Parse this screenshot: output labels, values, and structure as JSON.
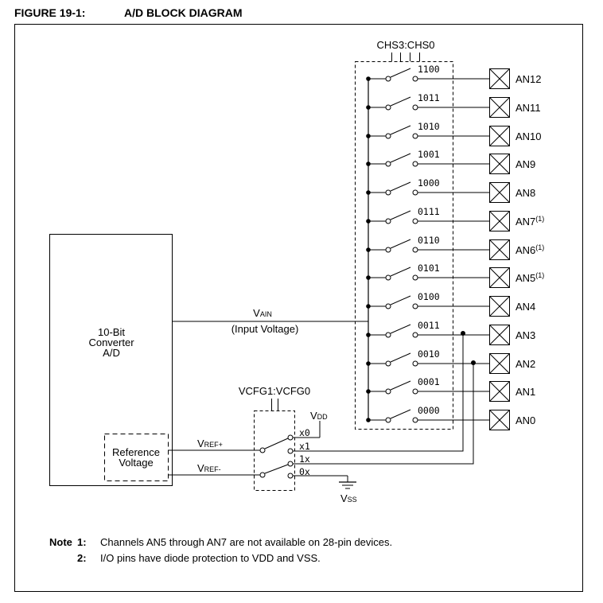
{
  "figure": {
    "number": "FIGURE 19-1:",
    "title": "A/D BLOCK DIAGRAM"
  },
  "mux": {
    "select_label": "CHS3:CHS0",
    "channels": [
      {
        "code": "1100",
        "pin": "AN12",
        "note": ""
      },
      {
        "code": "1011",
        "pin": "AN11",
        "note": ""
      },
      {
        "code": "1010",
        "pin": "AN10",
        "note": ""
      },
      {
        "code": "1001",
        "pin": "AN9",
        "note": ""
      },
      {
        "code": "1000",
        "pin": "AN8",
        "note": ""
      },
      {
        "code": "0111",
        "pin": "AN7",
        "note": "(1)"
      },
      {
        "code": "0110",
        "pin": "AN6",
        "note": "(1)"
      },
      {
        "code": "0101",
        "pin": "AN5",
        "note": "(1)"
      },
      {
        "code": "0100",
        "pin": "AN4",
        "note": ""
      },
      {
        "code": "0011",
        "pin": "AN3",
        "note": ""
      },
      {
        "code": "0010",
        "pin": "AN2",
        "note": ""
      },
      {
        "code": "0001",
        "pin": "AN1",
        "note": ""
      },
      {
        "code": "0000",
        "pin": "AN0",
        "note": ""
      }
    ]
  },
  "converter": {
    "line1": "10-Bit",
    "line2": "Converter",
    "line3": "A/D"
  },
  "reference": {
    "line1": "Reference",
    "line2": "Voltage"
  },
  "vain": {
    "main": "V",
    "sub": "AIN",
    "caption": "(Input Voltage)"
  },
  "vref_plus": {
    "main": "V",
    "sub": "REF+"
  },
  "vref_minus": {
    "main": "V",
    "sub": "REF-"
  },
  "vcfg": {
    "select_label": "VCFG1:VCFG0",
    "codes": [
      "x0",
      "x1",
      "1x",
      "0x"
    ]
  },
  "vdd": {
    "main": "V",
    "sub": "DD"
  },
  "vss": {
    "main": "V",
    "sub": "SS"
  },
  "notes": {
    "title": "Note",
    "items": [
      {
        "num": "1:",
        "text": "Channels AN5 through AN7 are not available on 28-pin devices."
      },
      {
        "num": "2:",
        "text": "I/O pins have diode protection to VDD and VSS."
      }
    ]
  }
}
